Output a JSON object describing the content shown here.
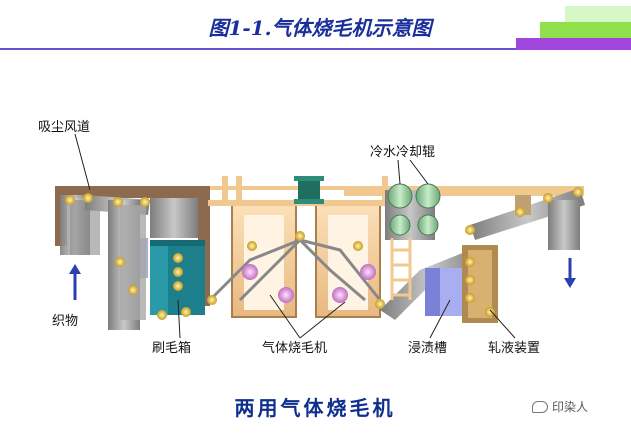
{
  "title": "图1-1.气体烧毛机示意图",
  "labels": {
    "suction_duct": "吸尘风道",
    "fabric": "织物",
    "brush_box": "刷毛箱",
    "singeing_machine": "气体烧毛机",
    "cooling_rolls": "冷水冷却辊",
    "impregnation_tank": "浸渍槽",
    "padder": "轧液装置"
  },
  "caption": "两用气体烧毛机",
  "watermark": "印染人",
  "colors": {
    "title": "#1a2f9c",
    "frame_orange": "#f0c890",
    "frame_dark": "#7a5a3a",
    "fabric_gray": "#9a9a9a",
    "brush_teal": "#2b9aa8",
    "tank_blue": "#7a82d8",
    "roller_yellow": "#e8c84a",
    "burner_pink": "#e8a0d8",
    "cooling_green": "#9ad0a0"
  }
}
